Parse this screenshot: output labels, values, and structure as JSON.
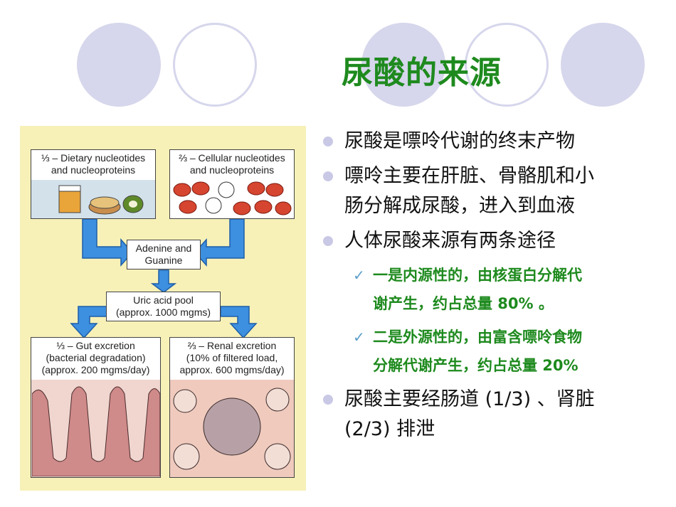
{
  "slide": {
    "title": "尿酸的来源",
    "accent_color": "#1e8a1e",
    "circle_color": "#d6d6ec"
  },
  "figure": {
    "box_dietary": [
      "⅓ – Dietary nucleotides",
      "and nucleoproteins"
    ],
    "box_cellular": [
      "⅔ – Cellular nucleotides",
      "and nucleoproteins"
    ],
    "box_bases": [
      "Adenine and",
      "Guanine"
    ],
    "box_pool": [
      "Uric acid pool",
      "(approx. 1000 mgms)"
    ],
    "box_gut": [
      "⅓ – Gut excretion",
      "(bacterial degradation)",
      "(approx. 200 mgms/day)"
    ],
    "box_renal": [
      "⅔ – Renal excretion",
      "(10% of filtered load,",
      "approx. 600 mgms/day)"
    ]
  },
  "bullets": [
    {
      "lines": [
        "尿酸是嘌呤代谢的终末产物"
      ],
      "sub": []
    },
    {
      "lines": [
        "嘌呤主要在肝脏、骨骼肌和小",
        "肠分解成尿酸，进入到血液"
      ],
      "sub": []
    },
    {
      "lines": [
        "人体尿酸来源有两条途径"
      ],
      "sub": [
        {
          "lines": [
            "一是内源性的，由核蛋白分解代",
            "谢产生，约占总量 80% 。"
          ]
        },
        {
          "lines": [
            "二是外源性的，由富含嘌呤食物",
            "分解代谢产生，约占总量 20%"
          ]
        }
      ]
    },
    {
      "lines": [
        "尿酸主要经肠道 (1/3) 、肾脏",
        "(2/3) 排泄"
      ],
      "sub": []
    }
  ],
  "icons": {
    "bullet": "round-bullet",
    "sub_bullet": "checkmark-icon"
  },
  "sub_bullet_glyph": "✓"
}
